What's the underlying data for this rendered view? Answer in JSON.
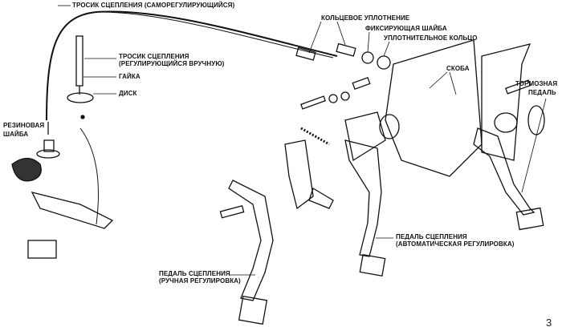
{
  "labels": {
    "cable_self_adjusting": "ТРОСИК СЦЕПЛЕНИЯ (САМОРЕГУЛИРУЮЩИЙСЯ)",
    "cable_manual_1": "ТРОСИК СЦЕПЛЕНИЯ",
    "cable_manual_2": "(РЕГУЛИРУЮЩИЙСЯ ВРУЧНУЮ)",
    "nut": "ГАЙКА",
    "disc": "ДИСК",
    "rubber_washer_1": "РЕЗИНОВАЯ",
    "rubber_washer_2": "ШАЙБА",
    "o_ring": "КОЛЬЦЕВОЕ УПЛОТНЕНИЕ",
    "lock_washer": "ФИКСИРУЮЩАЯ ШАЙБА",
    "seal_ring": "УПЛОТНИТЕЛЬНОЕ КОЛЬЦО",
    "bracket": "СКОБА",
    "brake_pedal_1": "ТОРМОЗНАЯ",
    "brake_pedal_2": "ПЕДАЛЬ",
    "clutch_auto_1": "ПЕДАЛЬ СЦЕПЛЕНИЯ",
    "clutch_auto_2": "(АВТОМАТИЧЕСКАЯ РЕГУЛИРОВКА)",
    "clutch_manual_1": "ПЕДАЛЬ СЦЕПЛЕНИЯ",
    "clutch_manual_2": "(РУЧНАЯ РЕГУЛИРОВКА)"
  },
  "figure_number": "3"
}
